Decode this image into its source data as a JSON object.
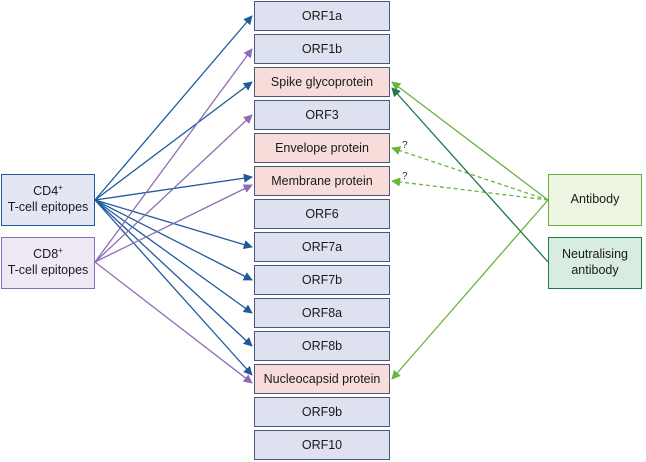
{
  "proteins": [
    {
      "label": "ORF1a",
      "highlight": false
    },
    {
      "label": "ORF1b",
      "highlight": false
    },
    {
      "label": "Spike glycoprotein",
      "highlight": true
    },
    {
      "label": "ORF3",
      "highlight": false
    },
    {
      "label": "Envelope protein",
      "highlight": true
    },
    {
      "label": "Membrane protein",
      "highlight": true
    },
    {
      "label": "ORF6",
      "highlight": false
    },
    {
      "label": "ORF7a",
      "highlight": false
    },
    {
      "label": "ORF7b",
      "highlight": false
    },
    {
      "label": "ORF8a",
      "highlight": false
    },
    {
      "label": "ORF8b",
      "highlight": false
    },
    {
      "label": "Nucleocapsid protein",
      "highlight": true
    },
    {
      "label": "ORF9b",
      "highlight": false
    },
    {
      "label": "ORF10",
      "highlight": false
    }
  ],
  "cd4": {
    "line1": "CD4",
    "sup": "+",
    "line2": "T-cell epitopes"
  },
  "cd8": {
    "line1": "CD8",
    "sup": "+",
    "line2": "T-cell epitopes"
  },
  "antibody": {
    "label": "Antibody"
  },
  "neutralising": {
    "line1": "Neutralising",
    "line2": "antibody"
  },
  "uncertain_mark": "?",
  "edges": {
    "cd4_targets": [
      "ORF1a",
      "Spike glycoprotein",
      "Membrane protein",
      "ORF7a",
      "ORF7b",
      "ORF8a",
      "ORF8b",
      "Nucleocapsid protein"
    ],
    "cd8_targets": [
      "ORF1b",
      "ORF3",
      "Membrane protein",
      "Nucleocapsid protein"
    ],
    "antibody_targets": [
      "Spike glycoprotein",
      "Nucleocapsid protein"
    ],
    "antibody_uncertain_targets": [
      "Envelope protein",
      "Membrane protein"
    ],
    "neutralising_targets": [
      "Spike glycoprotein"
    ]
  },
  "colors": {
    "cd4": "#1f5a9c",
    "cd8": "#8f6bb3",
    "antibody": "#6ab43e",
    "neutralising": "#1f7a4a",
    "protein_fill": "#dde1f0",
    "protein_highlight_fill": "#f7dcd9",
    "cd4_fill": "#e3e7f4",
    "cd8_fill": "#efe9f6",
    "antibody_fill": "#ecf5e1",
    "neutralising_fill": "#d8ece0"
  }
}
